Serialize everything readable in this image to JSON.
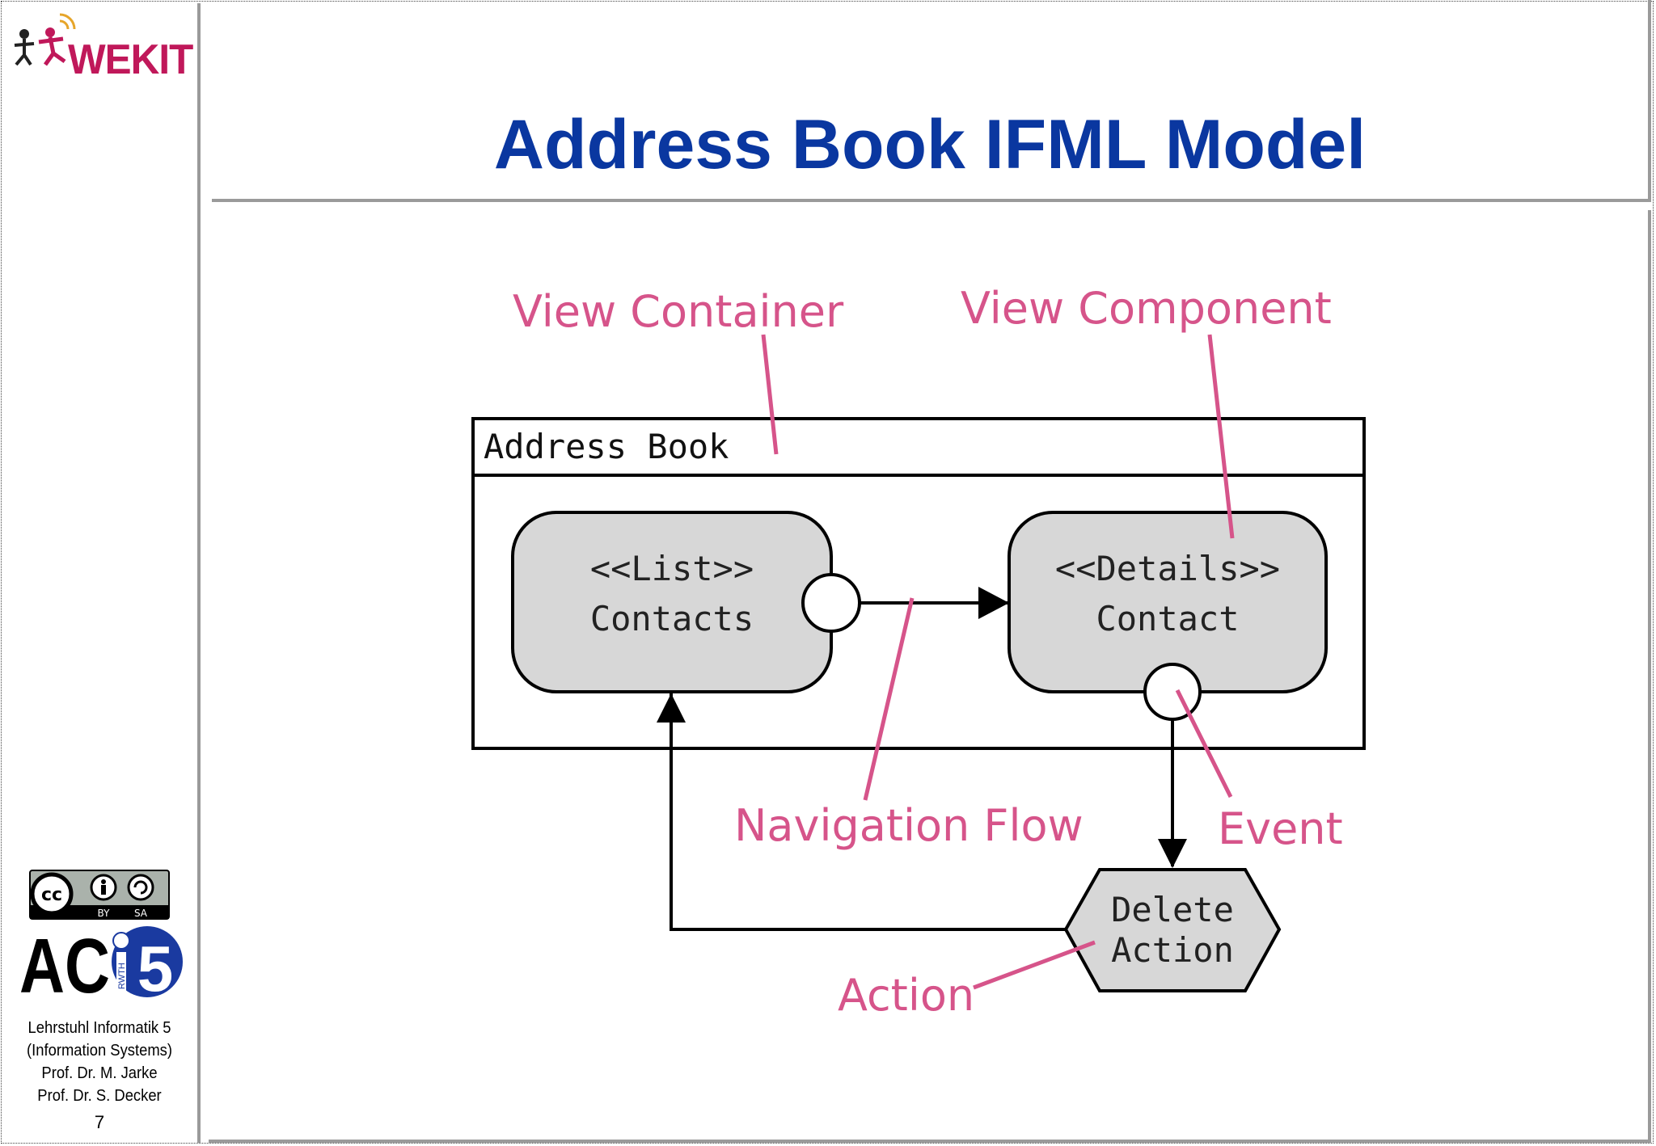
{
  "slide": {
    "title": "Address Book IFML Model",
    "page_number": "7"
  },
  "logos": {
    "wekit_text": "WEKIT",
    "cc_by": "BY",
    "cc_sa": "SA",
    "ac_text": "AC",
    "i5_text": "5",
    "rwth_text": "RWTH"
  },
  "sidebar": {
    "footer_lines": [
      "Lehrstuhl Informatik 5",
      "(Information Systems)",
      "Prof. Dr. M. Jarke",
      "Prof. Dr. S. Decker"
    ]
  },
  "diagram": {
    "container_label": "Address Book",
    "list_component": {
      "stereotype": "<<List>>",
      "name": "Contacts"
    },
    "details_component": {
      "stereotype": "<<Details>>",
      "name": "Contact"
    },
    "action": {
      "line1": "Delete",
      "line2": "Action"
    },
    "annotations": {
      "view_container": "View Container",
      "view_component": "View Component",
      "navigation_flow": "Navigation Flow",
      "event": "Event",
      "action": "Action"
    },
    "colors": {
      "annotation": "#d6548a",
      "title": "#0a37a0",
      "component_fill": "#d7d7d7"
    }
  }
}
